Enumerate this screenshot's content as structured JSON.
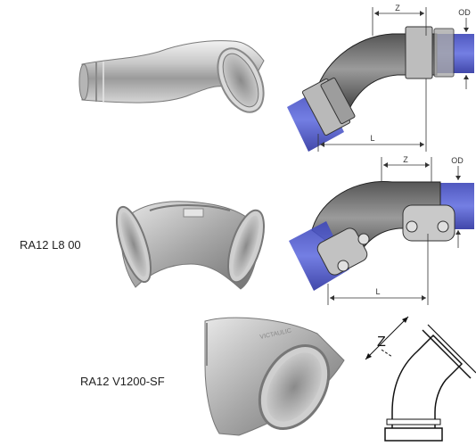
{
  "rows": [
    {
      "label": "",
      "dims": {
        "z": "Z",
        "od": "OD",
        "l": "L"
      }
    },
    {
      "label": "RA12 L8 00",
      "dims": {
        "z": "Z",
        "od": "OD",
        "l": "L"
      }
    },
    {
      "label": "RA12 V1200-SF",
      "dims": {
        "z": "Z"
      }
    }
  ],
  "photo3_marking": "VICTAULIC"
}
